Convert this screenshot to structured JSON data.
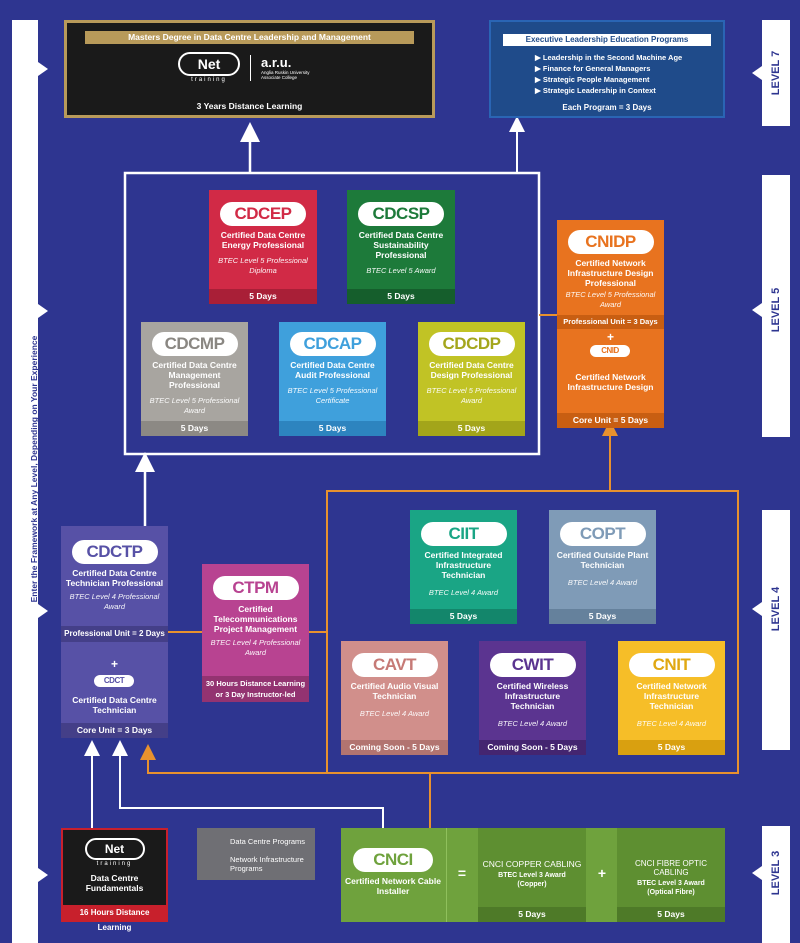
{
  "side_label": "Enter the Framework at Any Level, Depending on Your Experience",
  "levels": {
    "l7": "LEVEL 7",
    "l5": "LEVEL 5",
    "l4": "LEVEL 4",
    "l3": "LEVEL 3"
  },
  "masters": {
    "title": "Masters Degree in Data Centre Leadership and Management",
    "logo_text": "Net",
    "logo_sub": "training",
    "aru": "a.r.u.",
    "aru_sub": "Anglia Ruskin University Associate College",
    "duration": "3 Years Distance Learning"
  },
  "executive": {
    "title": "Executive Leadership Education Programs",
    "items": [
      "Leadership in the Second Machine Age",
      "Finance for General Managers",
      "Strategic People Management",
      "Strategic Leadership in Context"
    ],
    "foot": "Each Program = 3 Days"
  },
  "cards": {
    "cdcep": {
      "code": "CDCEP",
      "title": "Certified Data Centre Energy Professional",
      "sub": "BTEC Level 5 Professional Diploma",
      "foot": "5 Days"
    },
    "cdcsp": {
      "code": "CDCSP",
      "title": "Certified Data Centre Sustainability Professional",
      "sub": "BTEC Level 5 Award",
      "foot": "5 Days"
    },
    "cdcmp": {
      "code": "CDCMP",
      "title": "Certified Data Centre Management Professional",
      "sub": "BTEC Level 5 Professional Award",
      "foot": "5 Days"
    },
    "cdcap": {
      "code": "CDCAP",
      "title": "Certified Data Centre Audit Professional",
      "sub": "BTEC Level 5 Professional Certificate",
      "foot": "5 Days"
    },
    "cdcdp": {
      "code": "CDCDP",
      "title": "Certified Data Centre Design Professional",
      "sub": "BTEC Level 5 Professional Award",
      "foot": "5 Days"
    },
    "cnidp": {
      "code": "CNIDP",
      "title": "Certified Network Infrastructure Design Professional",
      "sub": "BTEC Level 5 Professional Award",
      "foot": "Professional Unit = 3 Days"
    },
    "cnid": {
      "code": "CNID",
      "plus": "+",
      "title": "Certified Network Infrastructure Design",
      "foot": "Core Unit = 5 Days"
    },
    "cdctp": {
      "code": "CDCTP",
      "title": "Certified Data Centre Technician Professional",
      "sub": "BTEC Level 4 Professional Award",
      "foot": "Professional Unit = 2 Days"
    },
    "cdct": {
      "code": "CDCT",
      "plus": "+",
      "title": "Certified Data Centre Technician",
      "foot": "Core Unit = 3 Days"
    },
    "ctpm": {
      "code": "CTPM",
      "title": "Certified Telecommunications Project Management",
      "sub": "BTEC Level 4 Professional Award",
      "foot": "30 Hours Distance Learning or 3 Day Instructor-led"
    },
    "ciit": {
      "code": "CIIT",
      "title": "Certified Integrated Infrastructure Technician",
      "sub": "BTEC Level 4 Award",
      "foot": "5 Days"
    },
    "copt": {
      "code": "COPT",
      "title": "Certified Outside Plant Technician",
      "sub": "BTEC Level 4 Award",
      "foot": "5 Days"
    },
    "cavt": {
      "code": "CAVT",
      "title": "Certified Audio Visual Technician",
      "sub": "BTEC Level 4 Award",
      "foot": "Coming Soon - 5 Days"
    },
    "cwit": {
      "code": "CWIT",
      "title": "Certified Wireless Infrastructure Technician",
      "sub": "BTEC Level 4 Award",
      "foot": "Coming Soon - 5 Days"
    },
    "cnit": {
      "code": "CNIT",
      "title": "Certified Network Infrastructure Technician",
      "sub": "BTEC Level 4 Award",
      "foot": "5 Days"
    },
    "cnci": {
      "code": "CNCI",
      "title": "Certified Network Cable Installer"
    },
    "copper": {
      "title": "CNCI COPPER CABLING",
      "sub": "BTEC Level 3 Award (Copper)",
      "foot": "5 Days"
    },
    "fibre": {
      "title": "CNCI FIBRE OPTIC CABLING",
      "sub": "BTEC Level 3 Award (Optical Fibre)",
      "foot": "5 Days"
    },
    "dcf": {
      "logo_text": "Net",
      "logo_sub": "training",
      "title": "Data Centre Fundamentals",
      "foot": "16 Hours Distance Learning"
    }
  },
  "equals": "=",
  "plus": "+",
  "legend": {
    "dc": "Data Centre Programs",
    "ni": "Network Infrastructure Programs"
  },
  "colors": {
    "background": "#2e3590",
    "cdcep": "#d12a46",
    "cdcsp": "#1d7a3a",
    "cdcmp": "#a8a5a0",
    "cdcap": "#3fa0dc",
    "cdcdp": "#c1c325",
    "cnidp": "#e8731f",
    "cdctp": "#5751a6",
    "ctpm": "#b84391",
    "ciit": "#1aa585",
    "copt": "#7f9bb7",
    "cavt": "#d18f8b",
    "cwit": "#5b3490",
    "cnit": "#f6be28",
    "cnci": "#6fa23d",
    "dcf_red": "#c8202c",
    "orange_line": "#e8912e",
    "gold_frame": "#b89a5a"
  }
}
